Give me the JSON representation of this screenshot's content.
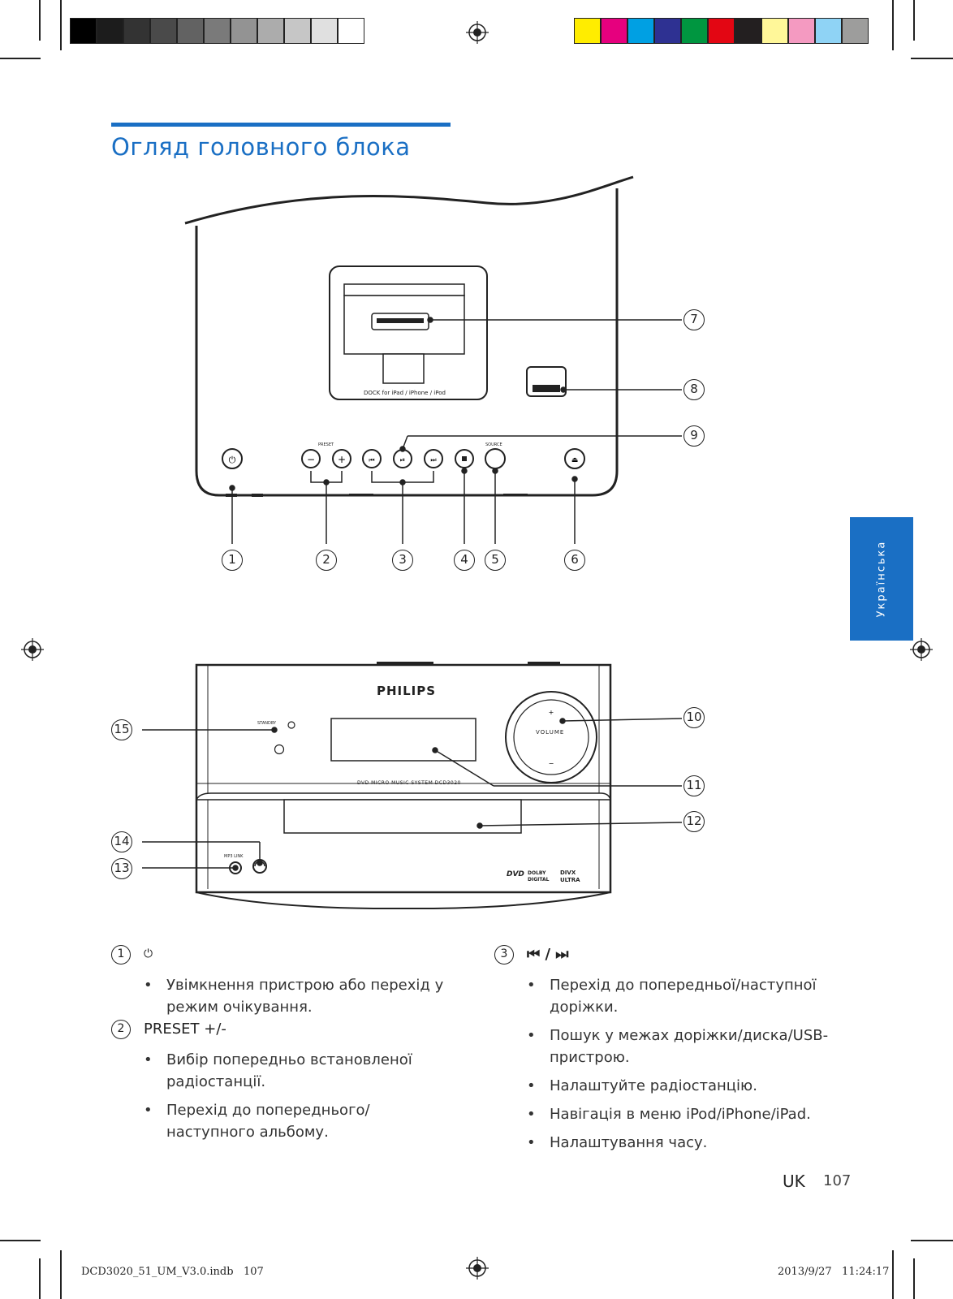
{
  "colors": {
    "accent": "#1a6fc4",
    "grayscale_bar": [
      "#000000",
      "#1c1c1c",
      "#333333",
      "#4a4a4a",
      "#626262",
      "#7a7a7a",
      "#939393",
      "#acacac",
      "#c6c6c6",
      "#e0e0e0",
      "#ffffff"
    ],
    "color_bar": [
      "#ffed00",
      "#e6007e",
      "#00a0e3",
      "#2e3192",
      "#009640",
      "#e30613",
      "#231f20",
      "#fff799",
      "#f49ac1",
      "#8fd3f5",
      "#9d9d9c"
    ]
  },
  "page_title": "Огляд головного блока",
  "side_tab": "Українська",
  "figure_top": {
    "dock_label": "DOCK for iPad / iPhone / iPod",
    "preset_label": "PRESET",
    "source_label": "SOURCE",
    "callouts": [
      "1",
      "2",
      "3",
      "4",
      "5",
      "6",
      "7",
      "8",
      "9"
    ]
  },
  "figure_bottom": {
    "brand": "PHILIPS",
    "standby_label": "STANDBY",
    "volume_label": "VOLUME",
    "model_label": "DVD MICRO MUSIC SYSTEM DCD3020",
    "mp3link_label": "MP3 LINK",
    "logos": [
      "DVD",
      "DOLBY DIGITAL",
      "DIVX ULTRA"
    ],
    "callouts": [
      "10",
      "11",
      "12",
      "13",
      "14",
      "15"
    ]
  },
  "sections": [
    {
      "num": "1",
      "label": "⏻",
      "bullets": [
        "Увімкнення пристрою або перехід у режим очікування."
      ]
    },
    {
      "num": "2",
      "label": "PRESET +/-",
      "bullets": [
        "Вибір попередньо встановленої радіостанції.",
        "Перехід до попереднього/ наступного альбому."
      ]
    },
    {
      "num": "3",
      "label": "⏮ / ⏭",
      "bullets": [
        "Перехід до попередньої/наступної доріжки.",
        "Пошук у межах доріжки/диска/USB-пристрою.",
        "Налаштуйте радіостанцію.",
        "Навігація в меню iPod/iPhone/iPad.",
        "Налаштування часу."
      ]
    }
  ],
  "footer": {
    "lang": "UK",
    "page": "107"
  },
  "print_meta": {
    "left": "DCD3020_51_UM_V3.0.indb   107",
    "right": "2013/9/27   11:24:17"
  }
}
